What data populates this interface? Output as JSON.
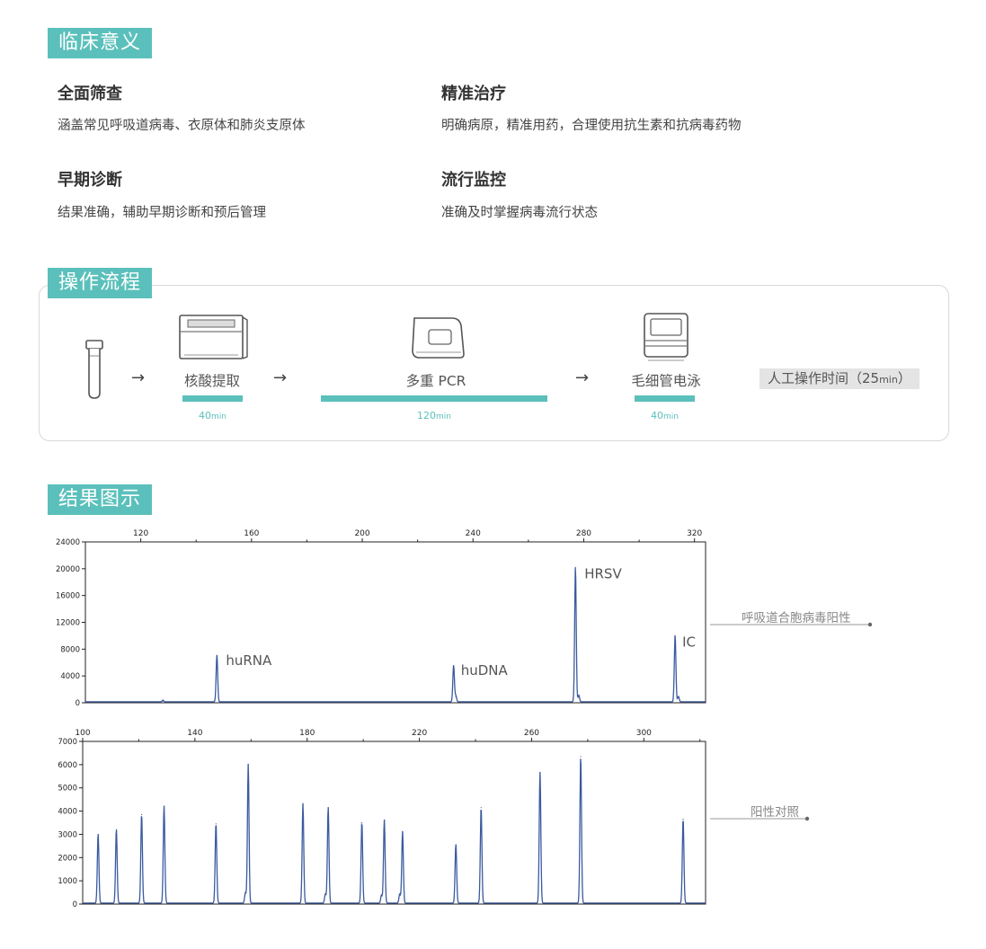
{
  "sections": {
    "clinical": "临床意义",
    "workflow": "操作流程",
    "results": "结果图示"
  },
  "features": [
    {
      "title": "全面筛查",
      "desc": "涵盖常见呼吸道病毒、衣原体和肺炎支原体"
    },
    {
      "title": "精准治疗",
      "desc": "明确病原，精准用药，合理使用抗生素和抗病毒药物"
    },
    {
      "title": "早期诊断",
      "desc": "结果准确，辅助早期诊断和预后管理"
    },
    {
      "title": "流行监控",
      "desc": "准确及时掌握病毒流行状态"
    }
  ],
  "workflow": {
    "steps": [
      {
        "label": "核酸提取",
        "duration": "40",
        "unit": "min"
      },
      {
        "label": "多重 PCR",
        "duration": "120",
        "unit": "min"
      },
      {
        "label": "毛细管电泳",
        "duration": "40",
        "unit": "min"
      }
    ],
    "manual_prefix": "人工操作时间（25",
    "manual_unit": "min",
    "manual_suffix": "）",
    "arrow": "→",
    "icons": [
      "sample-tube-icon",
      "extractor-icon",
      "pcr-machine-icon",
      "electrophoresis-icon"
    ],
    "accent": "#5bc0bb"
  },
  "chart_data": [
    {
      "type": "line",
      "title": "",
      "xlabel": "",
      "ylabel": "",
      "xlim": [
        100,
        324
      ],
      "ylim": [
        0,
        24000
      ],
      "xticks": [
        120,
        160,
        200,
        240,
        280,
        320
      ],
      "yticks": [
        0,
        4000,
        8000,
        12000,
        16000,
        20000,
        24000
      ],
      "grid": false,
      "color": "#3b5a9e",
      "peaks": [
        {
          "x": 128,
          "y": 250
        },
        {
          "x": 147.5,
          "y": 7000,
          "label": "huRNA"
        },
        {
          "x": 233,
          "y": 5500,
          "label": "huDNA"
        },
        {
          "x": 233.8,
          "y": 900
        },
        {
          "x": 277,
          "y": 20200,
          "label": "HRSV"
        },
        {
          "x": 278.2,
          "y": 1000
        },
        {
          "x": 313,
          "y": 10000,
          "label": "IC"
        },
        {
          "x": 314.2,
          "y": 800
        }
      ],
      "annotation": "呼吸道合胞病毒阳性"
    },
    {
      "type": "line",
      "title": "",
      "xlabel": "",
      "ylabel": "",
      "xlim": [
        100,
        322
      ],
      "ylim": [
        0,
        7000
      ],
      "xticks": [
        100,
        140,
        180,
        220,
        260,
        300
      ],
      "yticks": [
        0,
        1000,
        2000,
        3000,
        4000,
        5000,
        6000,
        7000
      ],
      "grid": false,
      "color": "#3b5a9e",
      "peaks": [
        {
          "x": 105.5,
          "y": 3000
        },
        {
          "x": 112,
          "y": 3200
        },
        {
          "x": 121,
          "y": 3850
        },
        {
          "x": 129,
          "y": 4200
        },
        {
          "x": 147.5,
          "y": 3450
        },
        {
          "x": 158,
          "y": 450
        },
        {
          "x": 159,
          "y": 6000
        },
        {
          "x": 178.5,
          "y": 4300
        },
        {
          "x": 187.5,
          "y": 4150
        },
        {
          "x": 186.5,
          "y": 400
        },
        {
          "x": 199.5,
          "y": 3500
        },
        {
          "x": 207.5,
          "y": 3600
        },
        {
          "x": 206.5,
          "y": 350
        },
        {
          "x": 214,
          "y": 3100
        },
        {
          "x": 213,
          "y": 400
        },
        {
          "x": 233,
          "y": 2550
        },
        {
          "x": 242,
          "y": 4150
        },
        {
          "x": 263,
          "y": 5650
        },
        {
          "x": 277.5,
          "y": 6350
        },
        {
          "x": 314,
          "y": 3650
        }
      ],
      "annotation": "阳性对照"
    }
  ]
}
